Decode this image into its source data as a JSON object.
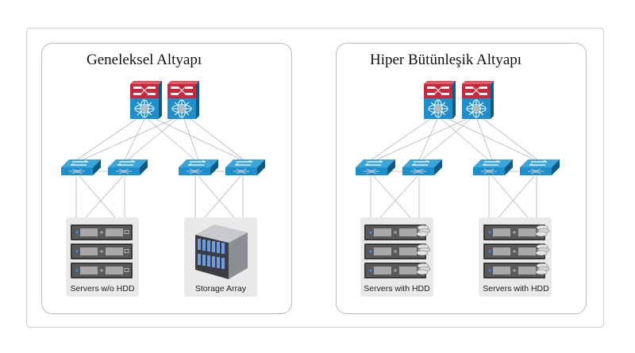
{
  "panels": [
    {
      "title": "Geneleksel Altyapı",
      "groups": [
        {
          "label": "Servers w/o HDD",
          "type": "servers",
          "hdd": false
        },
        {
          "label": "Storage Array",
          "type": "storage"
        }
      ]
    },
    {
      "title": "Hiper Bütünleşik Altyapı",
      "groups": [
        {
          "label": "Servers with HDD",
          "type": "servers",
          "hdd": true
        },
        {
          "label": "Servers with HDD",
          "type": "servers",
          "hdd": true
        }
      ]
    }
  ],
  "colors": {
    "core_top": "#c8283a",
    "switch_blue": "#1f8fcb",
    "link_line": "#b5b5b5",
    "group_bg": "#e9e9e9"
  }
}
